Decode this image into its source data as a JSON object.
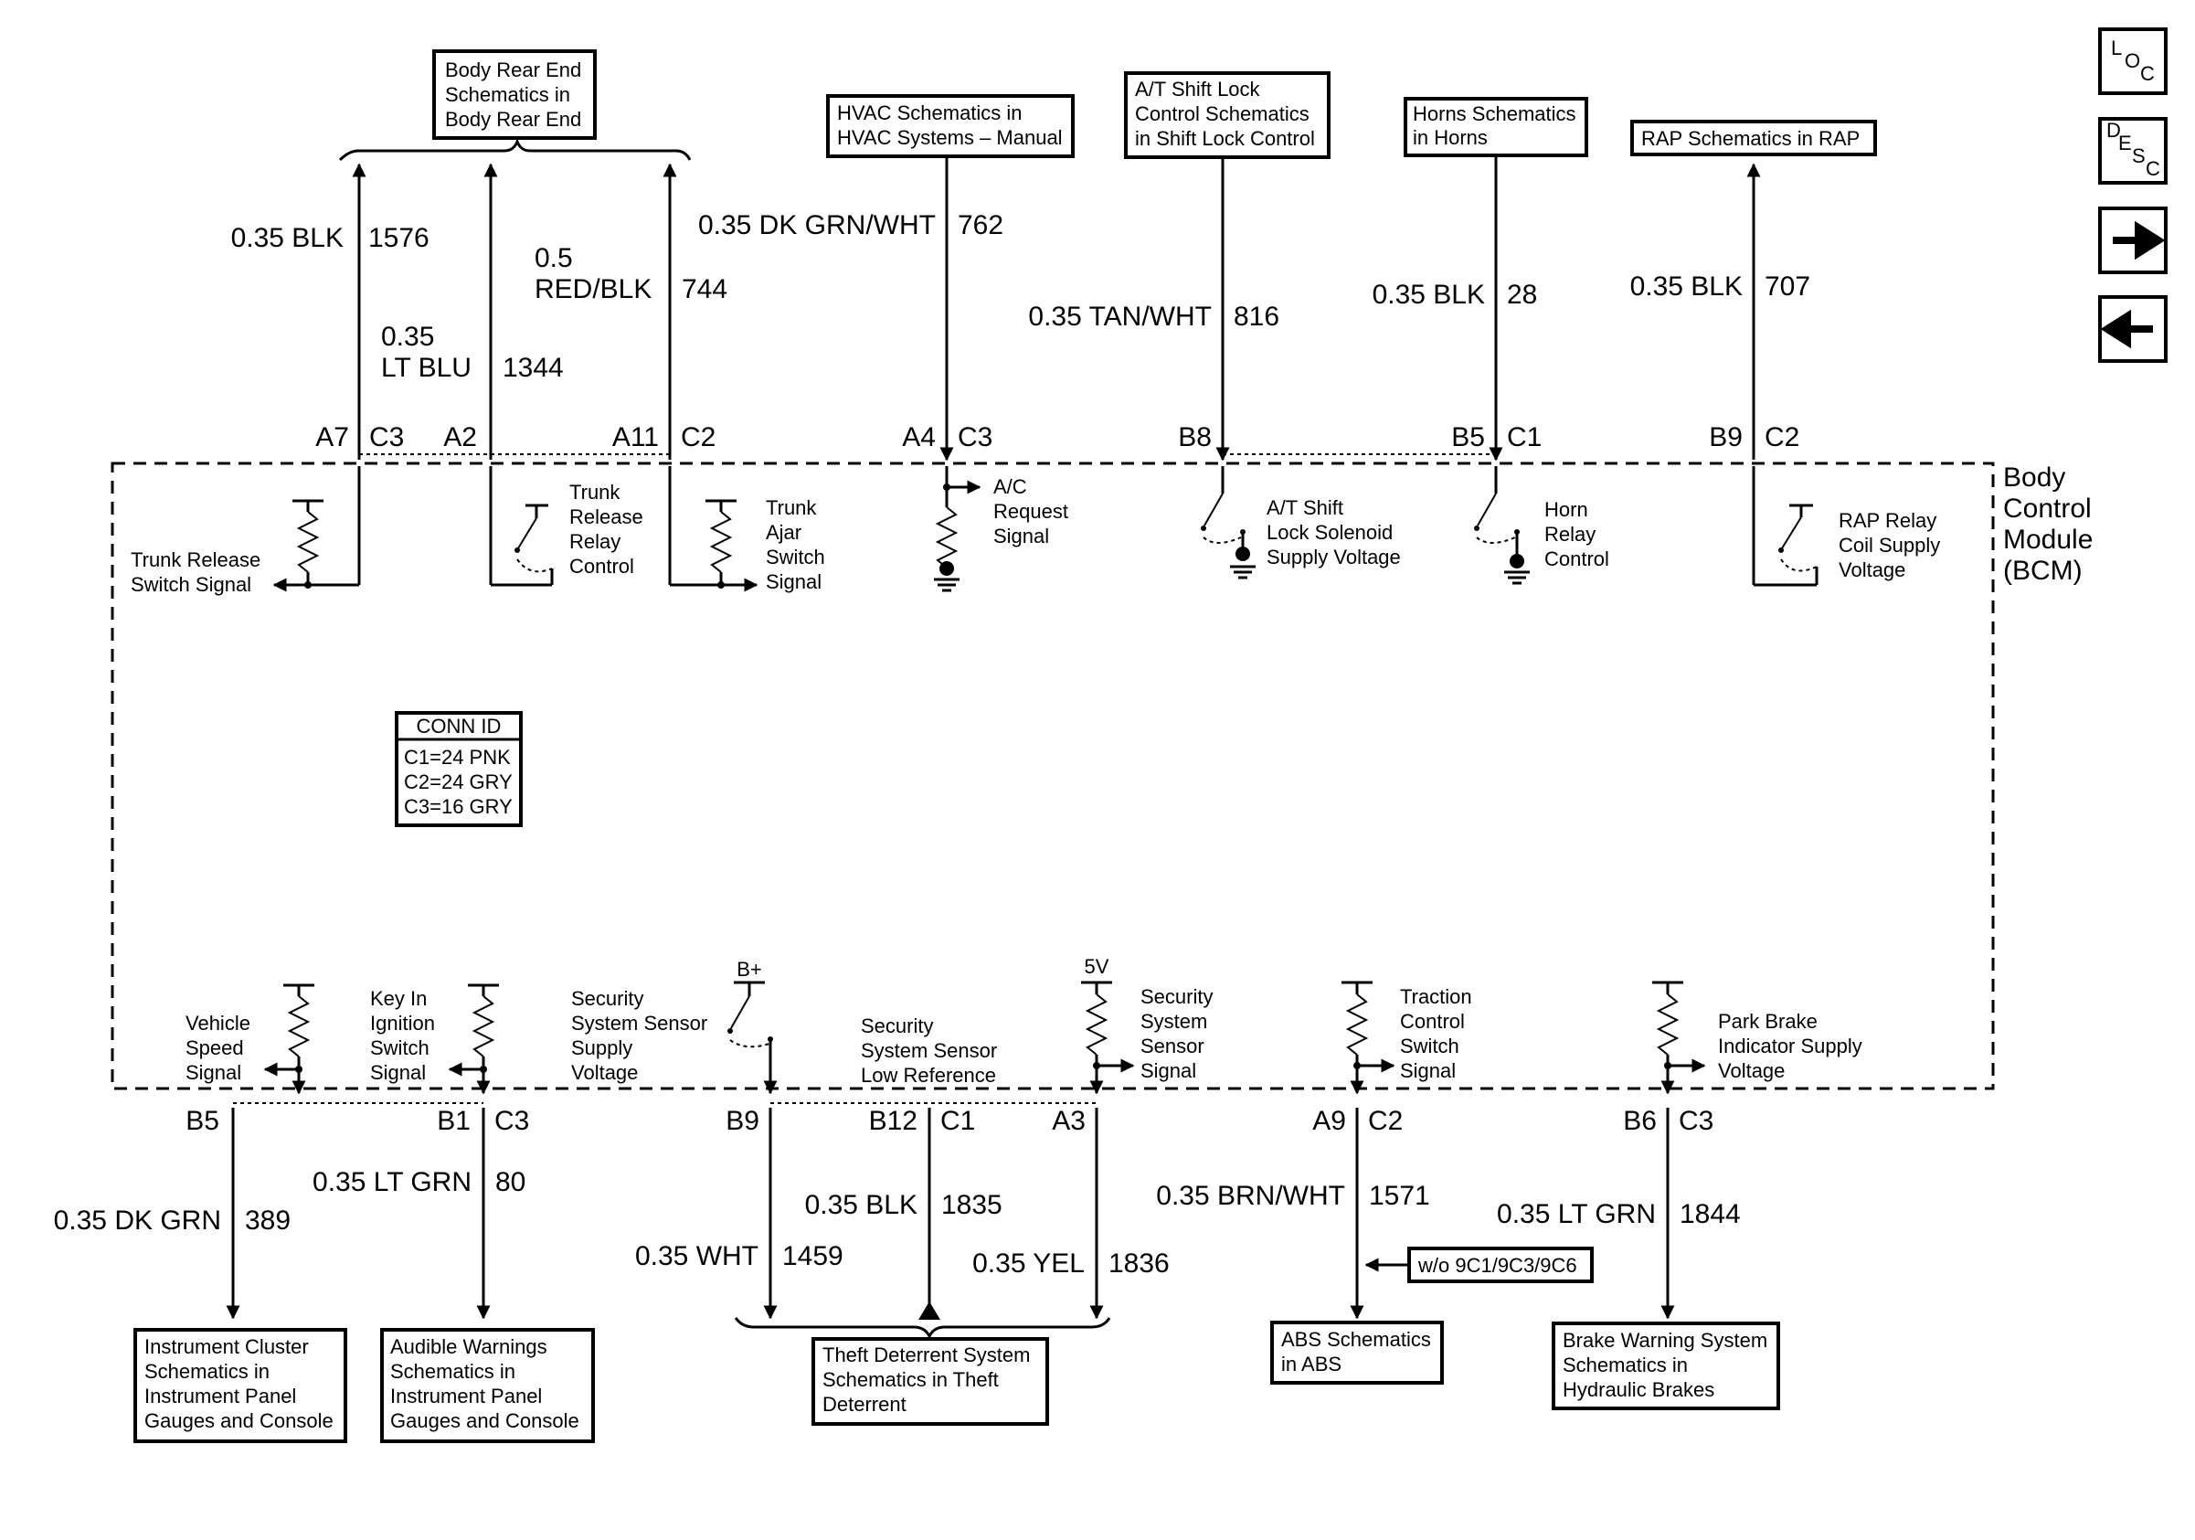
{
  "nav": {
    "loc": {
      "l1": "L",
      "l2": "O",
      "l3": "C"
    },
    "desc": {
      "l1": "D",
      "l2": "E",
      "l3": "S",
      "l4": "C"
    }
  },
  "module": {
    "line1": "Body",
    "line2": "Control",
    "line3": "Module",
    "line4": "(BCM)"
  },
  "top_boxes": {
    "body_rear": [
      "Body Rear End",
      "Schematics in",
      "Body Rear End"
    ],
    "hvac": [
      "HVAC Schematics in",
      "HVAC Systems – Manual"
    ],
    "shift_lock": [
      "A/T Shift Lock",
      "Control Schematics",
      "in Shift Lock Control"
    ],
    "horns": [
      "Horns Schematics",
      "in Horns"
    ],
    "rap": [
      "RAP Schematics in RAP"
    ]
  },
  "top_wires": {
    "w1576": {
      "size": "0.35 BLK",
      "circuit": "1576"
    },
    "w1344": {
      "size1": "0.35",
      "size2": "LT BLU",
      "circuit": "1344"
    },
    "w744": {
      "size1": "0.5",
      "size2": "RED/BLK",
      "circuit": "744"
    },
    "w762": {
      "size": "0.35 DK GRN/WHT",
      "circuit": "762"
    },
    "w816": {
      "size": "0.35 TAN/WHT",
      "circuit": "816"
    },
    "w28": {
      "size": "0.35 BLK",
      "circuit": "28"
    },
    "w707": {
      "size": "0.35 BLK",
      "circuit": "707"
    }
  },
  "top_pins": {
    "a7": "A7",
    "c3a": "C3",
    "a2": "A2",
    "a11": "A11",
    "c2a": "C2",
    "a4": "A4",
    "c3b": "C3",
    "b8": "B8",
    "b5": "B5",
    "c1": "C1",
    "b9": "B9",
    "c2b": "C2"
  },
  "top_signals": {
    "trunk_release_switch": [
      "Trunk Release",
      "Switch Signal"
    ],
    "trunk_release_relay": [
      "Trunk",
      "Release",
      "Relay",
      "Control"
    ],
    "trunk_ajar": [
      "Trunk",
      "Ajar",
      "Switch",
      "Signal"
    ],
    "ac_request": [
      "A/C",
      "Request",
      "Signal"
    ],
    "shift_lock_supply": [
      "A/T Shift",
      "Lock Solenoid",
      "Supply Voltage"
    ],
    "horn_relay": [
      "Horn",
      "Relay",
      "Control"
    ],
    "rap_relay": [
      "RAP Relay",
      "Coil Supply",
      "Voltage"
    ]
  },
  "conn_id": {
    "title": "CONN ID",
    "rows": [
      "C1=24 PNK",
      "C2=24 GRY",
      "C3=16 GRY"
    ]
  },
  "bottom_signals": {
    "vehicle_speed": [
      "Vehicle",
      "Speed",
      "Signal"
    ],
    "key_in": [
      "Key In",
      "Ignition",
      "Switch",
      "Signal"
    ],
    "security_supply": [
      "Security",
      "System Sensor",
      "Supply",
      "Voltage"
    ],
    "bplus": "B+",
    "security_low": [
      "Security",
      "System Sensor",
      "Low Reference"
    ],
    "fivev": "5V",
    "security_signal": [
      "Security",
      "System",
      "Sensor",
      "Signal"
    ],
    "traction": [
      "Traction",
      "Control",
      "Switch",
      "Signal"
    ],
    "park_brake": [
      "Park Brake",
      "Indicator Supply",
      "Voltage"
    ]
  },
  "bottom_pins": {
    "b5": "B5",
    "b1": "B1",
    "c3a": "C3",
    "b9": "B9",
    "b12": "B12",
    "c1": "C1",
    "a3": "A3",
    "a9": "A9",
    "c2": "C2",
    "b6": "B6",
    "c3b": "C3"
  },
  "bottom_wires": {
    "w389": {
      "size": "0.35 DK GRN",
      "circuit": "389"
    },
    "w80": {
      "size": "0.35 LT GRN",
      "circuit": "80"
    },
    "w1459": {
      "size": "0.35 WHT",
      "circuit": "1459"
    },
    "w1835": {
      "size": "0.35 BLK",
      "circuit": "1835"
    },
    "w1836": {
      "size": "0.35 YEL",
      "circuit": "1836"
    },
    "w1571": {
      "size": "0.35 BRN/WHT",
      "circuit": "1571"
    },
    "w1844": {
      "size": "0.35 LT GRN",
      "circuit": "1844"
    }
  },
  "option_note": "w/o 9C1/9C3/9C6",
  "bottom_boxes": {
    "instrument_cluster": [
      "Instrument Cluster",
      "Schematics in",
      "Instrument Panel",
      "Gauges and Console"
    ],
    "audible_warnings": [
      "Audible Warnings",
      "Schematics in",
      "Instrument Panel",
      "Gauges and Console"
    ],
    "theft_deterrent": [
      "Theft Deterrent System",
      "Schematics in Theft",
      "Deterrent"
    ],
    "abs": [
      "ABS Schematics",
      "in ABS"
    ],
    "brake_warning": [
      "Brake Warning System",
      "Schematics in",
      "Hydraulic Brakes"
    ]
  }
}
